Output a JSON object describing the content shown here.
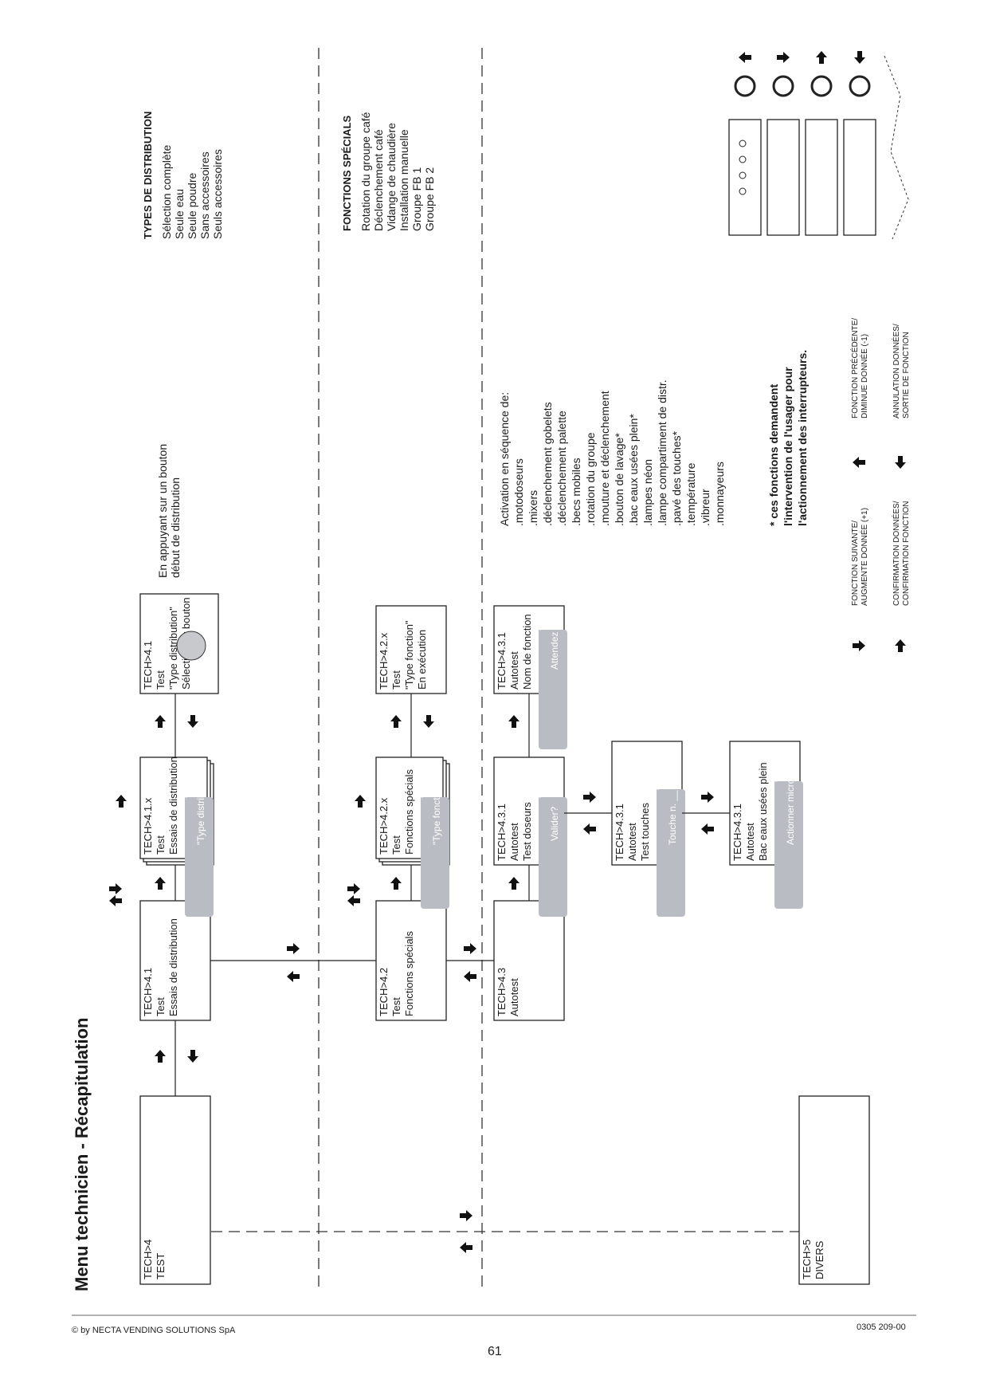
{
  "page": {
    "title": "Menu technicien - Récapitulation"
  },
  "boxes": {
    "tech4": {
      "line1": "TECH>4",
      "line2": "TEST"
    },
    "tech4_1": {
      "line1": "TECH>4.1",
      "line2": "Test",
      "line3": "Essais de distribution"
    },
    "tech4_1_x": {
      "line1": "TECH>4.1.x",
      "line2": "Test",
      "line3": "Essais de distribution"
    },
    "tech4_1_select": {
      "line1": "TECH>4.1",
      "line2": "Test",
      "line3": "\"Type distribution\"",
      "line4": "Sélectionner bouton"
    },
    "tech4_2": {
      "line1": "TECH>4.2",
      "line2": "Test",
      "line3": "Fonctions spécials"
    },
    "tech4_2_x": {
      "line1": "TECH>4.2.x",
      "line2": "Test",
      "line3": "Fonctions spécials"
    },
    "tech4_2_exec": {
      "line1": "TECH>4.2.x",
      "line2": "Test",
      "line3": "\"Type fonction\"",
      "line4": "En exécution"
    },
    "tech4_3": {
      "line1": "TECH>4.3",
      "line2": "Autotest"
    },
    "test_dosers": {
      "line1": "TECH>4.3.1",
      "line2": "Autotest",
      "line3": "Test doseurs"
    },
    "function_name": {
      "line1": "TECH>4.3.1",
      "line2": "Autotest",
      "line3": "Nom de fonction"
    },
    "test_touches": {
      "line1": "TECH>4.3.1",
      "line2": "Autotest",
      "line3": "Test touches"
    },
    "waste_tray": {
      "line1": "TECH>4.3.1",
      "line2": "Autotest",
      "line3": "Bac eaux usées plein"
    },
    "tech5": {
      "line1": "TECH>5",
      "line2": "DIVERS"
    }
  },
  "popups": {
    "type_distribution": "\"Type distribution\"",
    "type_function": "\"Type fonction\"",
    "validate": "Valider?",
    "please_wait": "Attendez svp",
    "key_number": "Touche n. __",
    "operate_micro": "Actionner micro"
  },
  "notes": {
    "button_press": {
      "line1": "En appuyant sur un bouton",
      "line2": "début de distribution"
    }
  },
  "types_distribution": {
    "heading": "TYPES DE DISTRIBUTION",
    "items": [
      "Sélection complète",
      "Seule eau",
      "Seule poudre",
      "Sans accessoires",
      "Seuls accessoires"
    ]
  },
  "special_functions": {
    "heading": "FONCTIONS SPÉCIALS",
    "items": [
      "Rotation du groupe café",
      "Déclenchement café",
      "Vidange de chaudière",
      "Installation manuelle",
      "Groupe FB 1",
      "Groupe FB 2"
    ]
  },
  "activation": {
    "heading": "Activation en séquence de:",
    "items": [
      ".motodoseurs",
      ".mixers",
      ".déclenchement gobelets",
      ".déclenchement palette",
      ".becs mobiles",
      ".rotation du groupe",
      ".mouture et déclenchement",
      ".bouton de lavage*",
      ".bac eaux usées plein*",
      ".lampes néon",
      ".lampe compartiment de distr.",
      ".pavé des touches*",
      ".température",
      ".vibreur",
      ".monnayeurs",
      ""
    ]
  },
  "switch_note": {
    "line1": "* ces fonctions demandent",
    "line2": "l'intervention de l'usager pour",
    "line3": "l'actionnement des interrupteurs."
  },
  "legend": {
    "next": {
      "line1": "FONCTION SUIVANTE/",
      "line2": "AUGMENTE DONNÉE (+1)"
    },
    "confirm": {
      "line1": "CONFIRMATION DONNÉES/",
      "line2": "CONFIRMATION FONCTION"
    },
    "previous": {
      "line1": "FONCTION PRÉCÉDENTE/",
      "line2": "DIMINUE DONNÉE (-1)"
    },
    "cancel": {
      "line1": "ANNULATION DONNÉES/",
      "line2": "SORTIE DE FONCTION"
    }
  },
  "footer": {
    "copyright": "© by NECTA VENDING SOLUTIONS SpA",
    "page": "61",
    "code": "0305 209-00"
  }
}
